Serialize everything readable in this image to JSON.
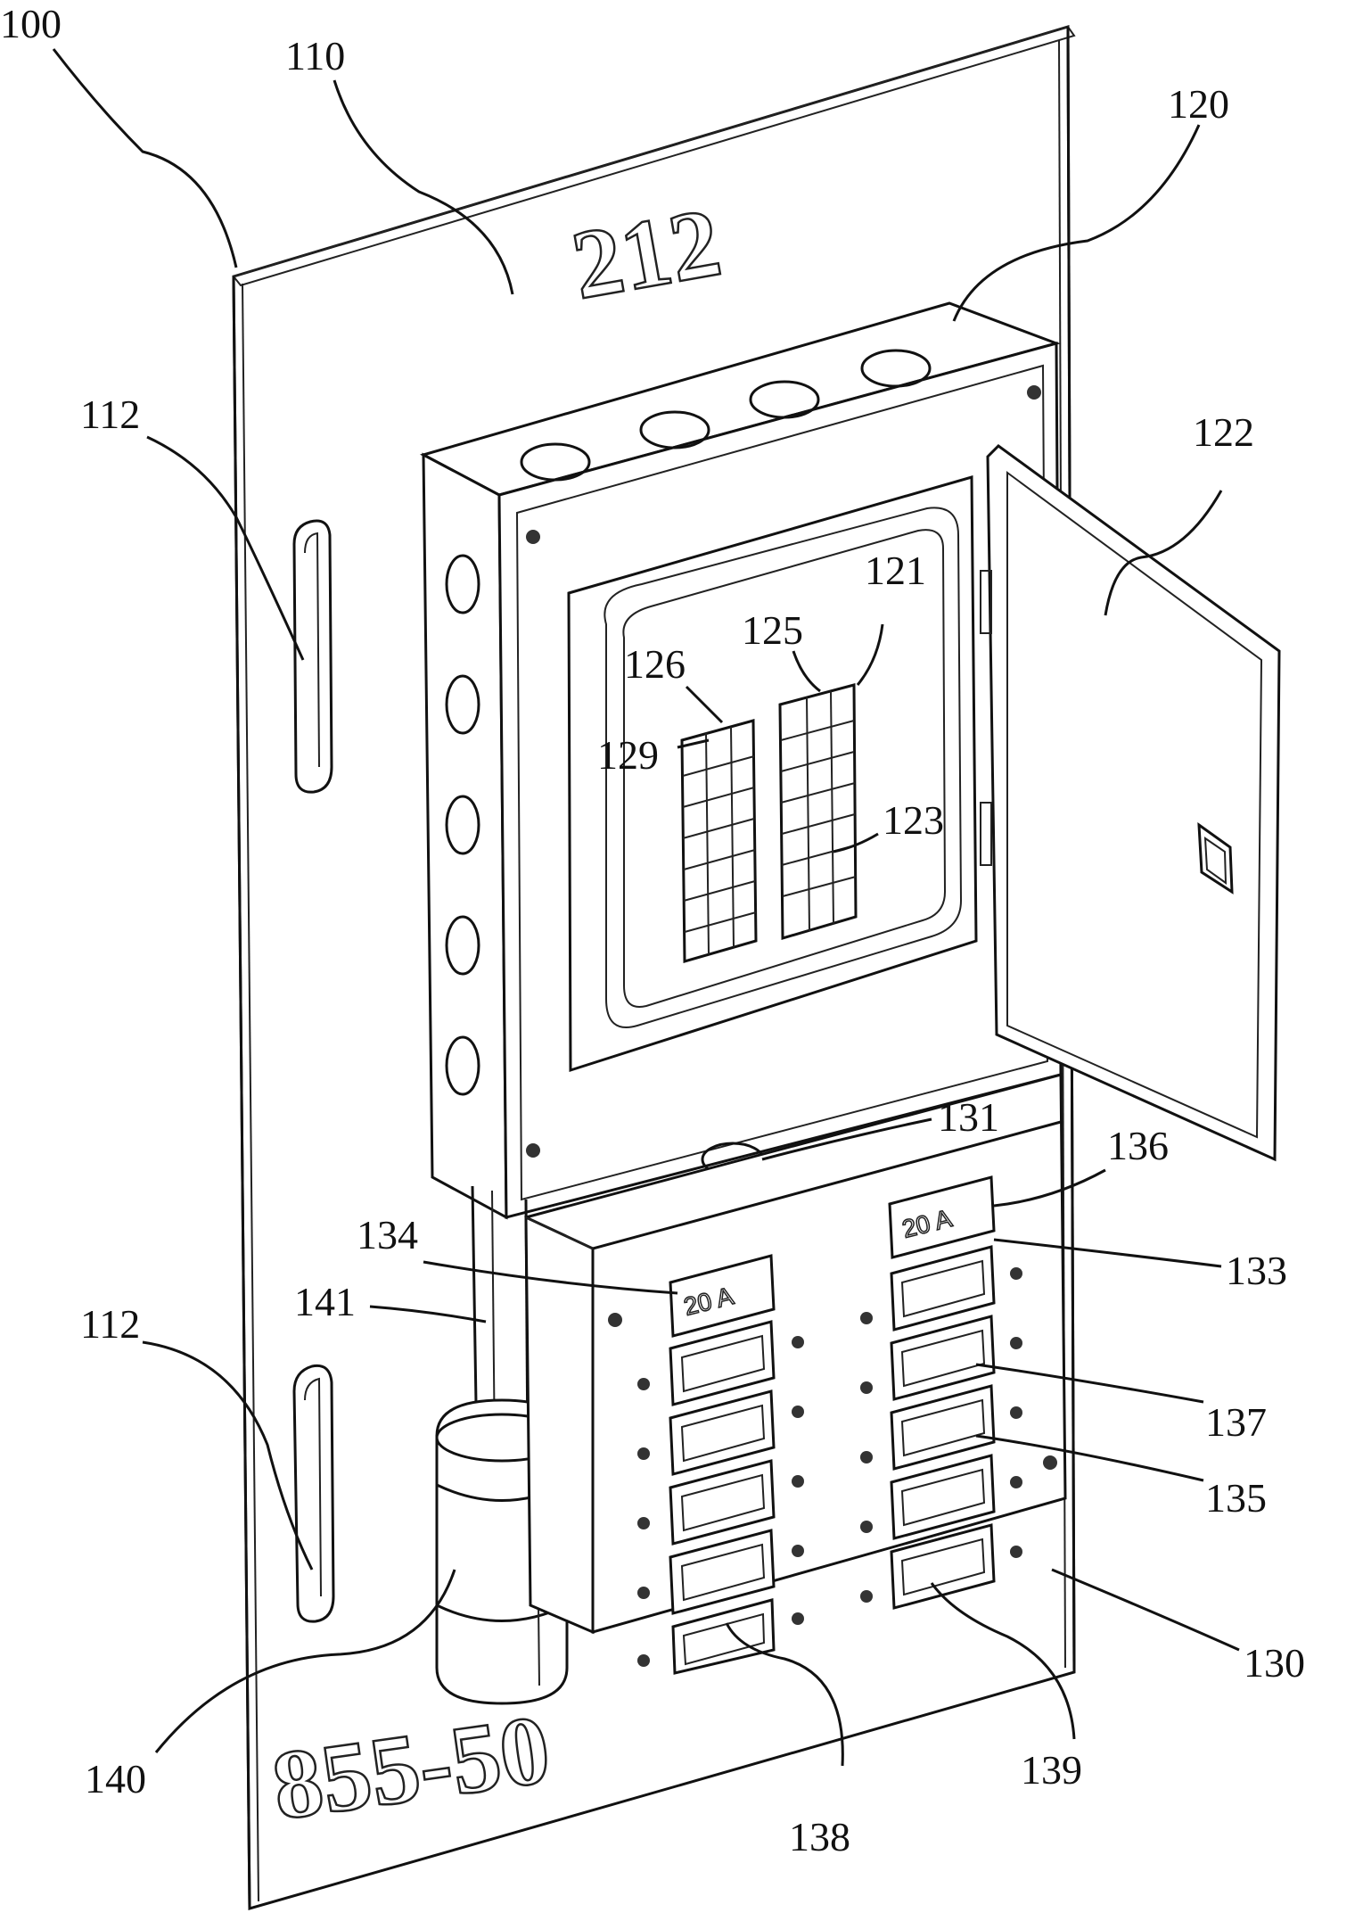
{
  "panel_text": {
    "top_number": "212",
    "bottom_number": "855-50"
  },
  "switch_text": {
    "main_left": "20 A",
    "main_right": "20 A"
  },
  "reference_numerals": {
    "r100": "100",
    "r110": "110",
    "r120": "120",
    "r112a": "112",
    "r122": "122",
    "r121": "121",
    "r125": "125",
    "r126": "126",
    "r129": "129",
    "r123": "123",
    "r131": "131",
    "r136": "136",
    "r134": "134",
    "r133": "133",
    "r112b": "112",
    "r141": "141",
    "r137": "137",
    "r135": "135",
    "r130": "130",
    "r140": "140",
    "r139": "139",
    "r138": "138"
  }
}
